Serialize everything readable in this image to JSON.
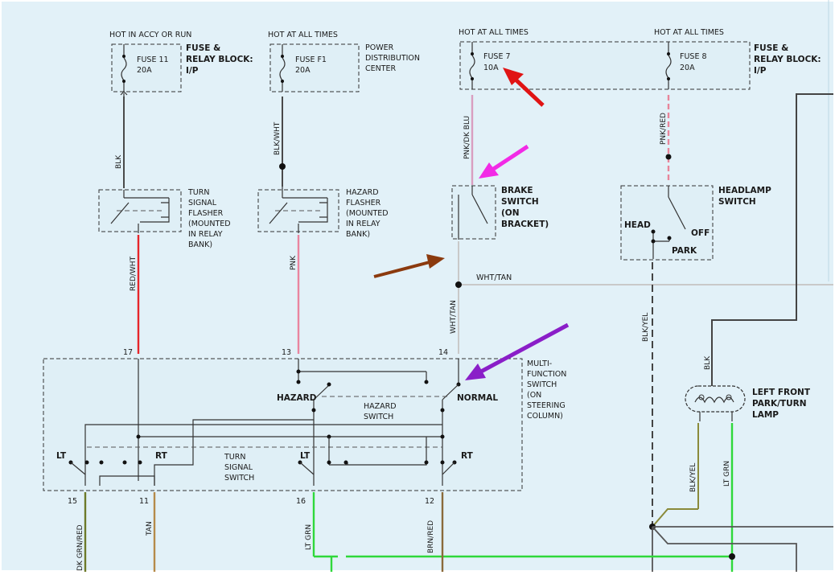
{
  "colors": {
    "background": "#e2f1f8",
    "frame": "#ffffff",
    "wire_red": "#e6262b",
    "wire_pink": "#e9859f",
    "wire_pink_blue": "#d9a2c6",
    "wire_black": "#3a3a3a",
    "wire_lt_green": "#2fd83b",
    "wire_tan": "#b58a4a",
    "wire_white_tan": "#c9c9c9",
    "wire_brown": "#8a6a3a",
    "arrow_red": "#e01414",
    "arrow_magenta": "#f22ae6",
    "arrow_brown": "#8b3a0e",
    "arrow_purple": "#8a1ec8"
  },
  "power": {
    "hot_accy_run": "HOT IN ACCY OR RUN",
    "hot_all_1": "HOT AT ALL TIMES",
    "hot_all_2": "HOT AT ALL TIMES",
    "hot_all_3": "HOT AT ALL TIMES"
  },
  "fuses": {
    "fuse11_name": "FUSE 11",
    "fuse11_amp": "20A",
    "fuseF1_name": "FUSE F1",
    "fuseF1_amp": "20A",
    "fuse7_name": "FUSE 7",
    "fuse7_amp": "10A",
    "fuse8_name": "FUSE 8",
    "fuse8_amp": "20A"
  },
  "blocks": {
    "fuse_relay_ip_1": [
      "FUSE &",
      "RELAY BLOCK:",
      "I/P"
    ],
    "pdc": [
      "POWER",
      "DISTRIBUTION",
      "CENTER"
    ],
    "fuse_relay_ip_2": [
      "FUSE &",
      "RELAY BLOCK:",
      "I/P"
    ]
  },
  "components": {
    "turn_flasher": [
      "TURN",
      "SIGNAL",
      "FLASHER",
      "(MOUNTED",
      "IN RELAY",
      "BANK)"
    ],
    "hazard_flasher": [
      "HAZARD",
      "FLASHER",
      "(MOUNTED",
      "IN RELAY",
      "BANK)"
    ],
    "brake_switch": [
      "BRAKE",
      "SWITCH",
      "(ON",
      "BRACKET)"
    ],
    "headlamp_switch": [
      "HEADLAMP",
      "SWITCH"
    ],
    "head_pos": "HEAD",
    "off_pos": "OFF",
    "park_pos": "PARK",
    "multifunction": [
      "MULTI-",
      "FUNCTION",
      "SWITCH",
      "(ON",
      "STEERING",
      "COLUMN)"
    ],
    "hazard_label": "HAZARD",
    "normal_label": "NORMAL",
    "hazard_switch": [
      "HAZARD",
      "SWITCH"
    ],
    "turn_signal_switch": [
      "TURN",
      "SIGNAL",
      "SWITCH"
    ],
    "lt_1": "LT",
    "rt_1": "RT",
    "lt_2": "LT",
    "rt_2": "RT",
    "left_front_lamp": [
      "LEFT FRONT",
      "PARK/TURN",
      "LAMP"
    ]
  },
  "wires": {
    "blk_1": "BLK",
    "blk_wht": "BLK/WHT",
    "pnk_dk_blu": "PNK/DK BLU",
    "pnk_red": "PNK/RED",
    "red_wht": "RED/WHT",
    "pnk": "PNK",
    "wht_tan_h": "WHT/TAN",
    "wht_tan_v": "WHT/TAN",
    "blk_yel_1": "BLK/YEL",
    "blk_2": "BLK",
    "blk_yel_2": "BLK/YEL",
    "lt_grn_1": "LT GRN",
    "dk_grn_red": "DK GRN/RED",
    "tan": "TAN",
    "lt_grn_2": "LT GRN",
    "brn_red": "BRN/RED"
  },
  "pins": {
    "p17": "17",
    "p13": "13",
    "p14": "14",
    "p15": "15",
    "p11": "11",
    "p16": "16",
    "p12": "12"
  }
}
